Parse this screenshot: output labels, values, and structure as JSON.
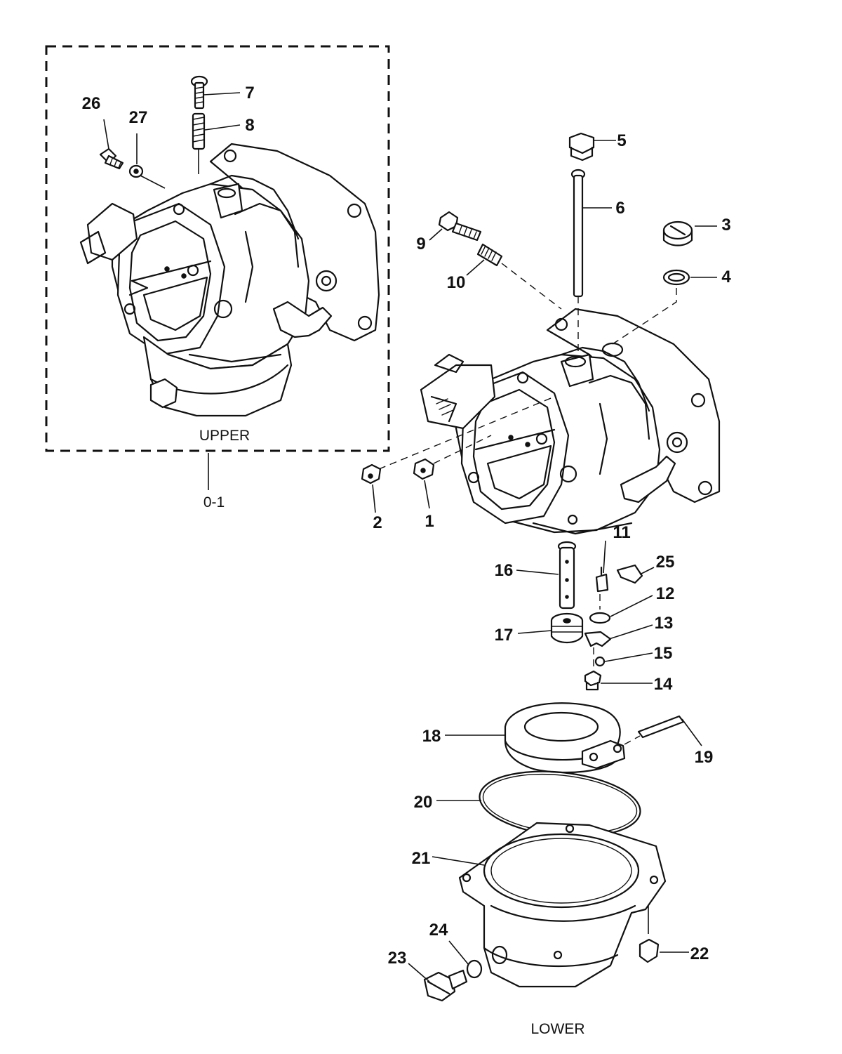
{
  "captions": {
    "upper": "UPPER",
    "lower": "LOWER",
    "assembly_ref": "0-1"
  },
  "callouts": [
    {
      "id": "c1",
      "label": "1"
    },
    {
      "id": "c2",
      "label": "2"
    },
    {
      "id": "c3",
      "label": "3"
    },
    {
      "id": "c4",
      "label": "4"
    },
    {
      "id": "c5",
      "label": "5"
    },
    {
      "id": "c6",
      "label": "6"
    },
    {
      "id": "c7",
      "label": "7"
    },
    {
      "id": "c8",
      "label": "8"
    },
    {
      "id": "c9",
      "label": "9"
    },
    {
      "id": "c10",
      "label": "10"
    },
    {
      "id": "c11",
      "label": "11"
    },
    {
      "id": "c12",
      "label": "12"
    },
    {
      "id": "c13",
      "label": "13"
    },
    {
      "id": "c14",
      "label": "14"
    },
    {
      "id": "c15",
      "label": "15"
    },
    {
      "id": "c16",
      "label": "16"
    },
    {
      "id": "c17",
      "label": "17"
    },
    {
      "id": "c18",
      "label": "18"
    },
    {
      "id": "c19",
      "label": "19"
    },
    {
      "id": "c20",
      "label": "20"
    },
    {
      "id": "c21",
      "label": "21"
    },
    {
      "id": "c22",
      "label": "22"
    },
    {
      "id": "c23",
      "label": "23"
    },
    {
      "id": "c24",
      "label": "24"
    },
    {
      "id": "c25",
      "label": "25"
    },
    {
      "id": "c26",
      "label": "26"
    },
    {
      "id": "c27",
      "label": "27"
    }
  ]
}
